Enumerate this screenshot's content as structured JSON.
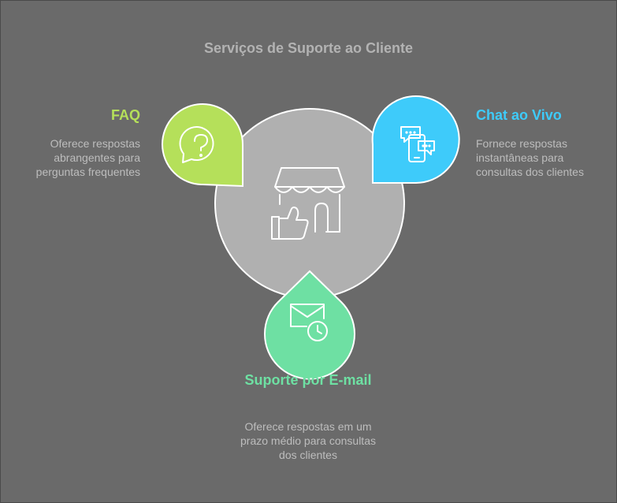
{
  "diagram": {
    "title": "Serviços de Suporte ao Cliente",
    "center_icon": "storefront-thumbs-up-icon",
    "colors": {
      "background": "#6a6a6a",
      "hub": "#b0b0b0",
      "faq": "#b5e05a",
      "chat": "#3ecbfa",
      "email": "#6ee0a3",
      "outline": "#ffffff"
    },
    "nodes": [
      {
        "id": "faq",
        "title": "FAQ",
        "description": "Oferece respostas abrangentes para perguntas frequentes",
        "icon": "question-bubble-icon"
      },
      {
        "id": "chat",
        "title": "Chat ao Vivo",
        "description": "Fornece respostas instantâneas para consultas dos clientes",
        "icon": "phone-chat-icon"
      },
      {
        "id": "email",
        "title": "Suporte por E-mail",
        "description": "Oferece respostas em um prazo médio para consultas dos clientes",
        "icon": "envelope-clock-icon"
      }
    ]
  }
}
